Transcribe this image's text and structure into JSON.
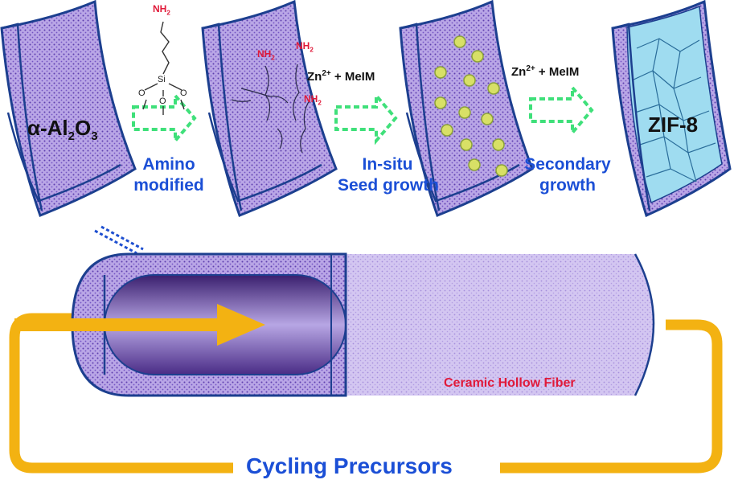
{
  "substrate": {
    "alpha": "α-Al",
    "sub2": "2",
    "o": "O",
    "sub3": "3"
  },
  "silane": {
    "nh2": "NH",
    "sub": "2",
    "si": "Si",
    "o": "O"
  },
  "surface_nh2": {
    "label": "NH",
    "sub": "2"
  },
  "steps": [
    {
      "line1": "Amino",
      "line2": "modified"
    },
    {
      "line1": "In-situ",
      "line2": "Seed growth"
    },
    {
      "line1": "Secondary",
      "line2": "growth"
    }
  ],
  "reagent": {
    "zn": "Zn",
    "charge": "2+",
    "rest": " + MeIM"
  },
  "product": "ZIF-8",
  "fiber_label": "Ceramic Hollow Fiber",
  "loop_label": "Cycling Precursors",
  "colors": {
    "purple": "#9a7fd8",
    "purple_light": "#c7b6ea",
    "outline": "#1c3f8f",
    "arrow_green": "#3fe07a",
    "loop_orange": "#f3b212",
    "zif_blue": "#9fdcf0",
    "text_blue": "#1b4fd6",
    "nh2_red": "#e01a3a"
  }
}
